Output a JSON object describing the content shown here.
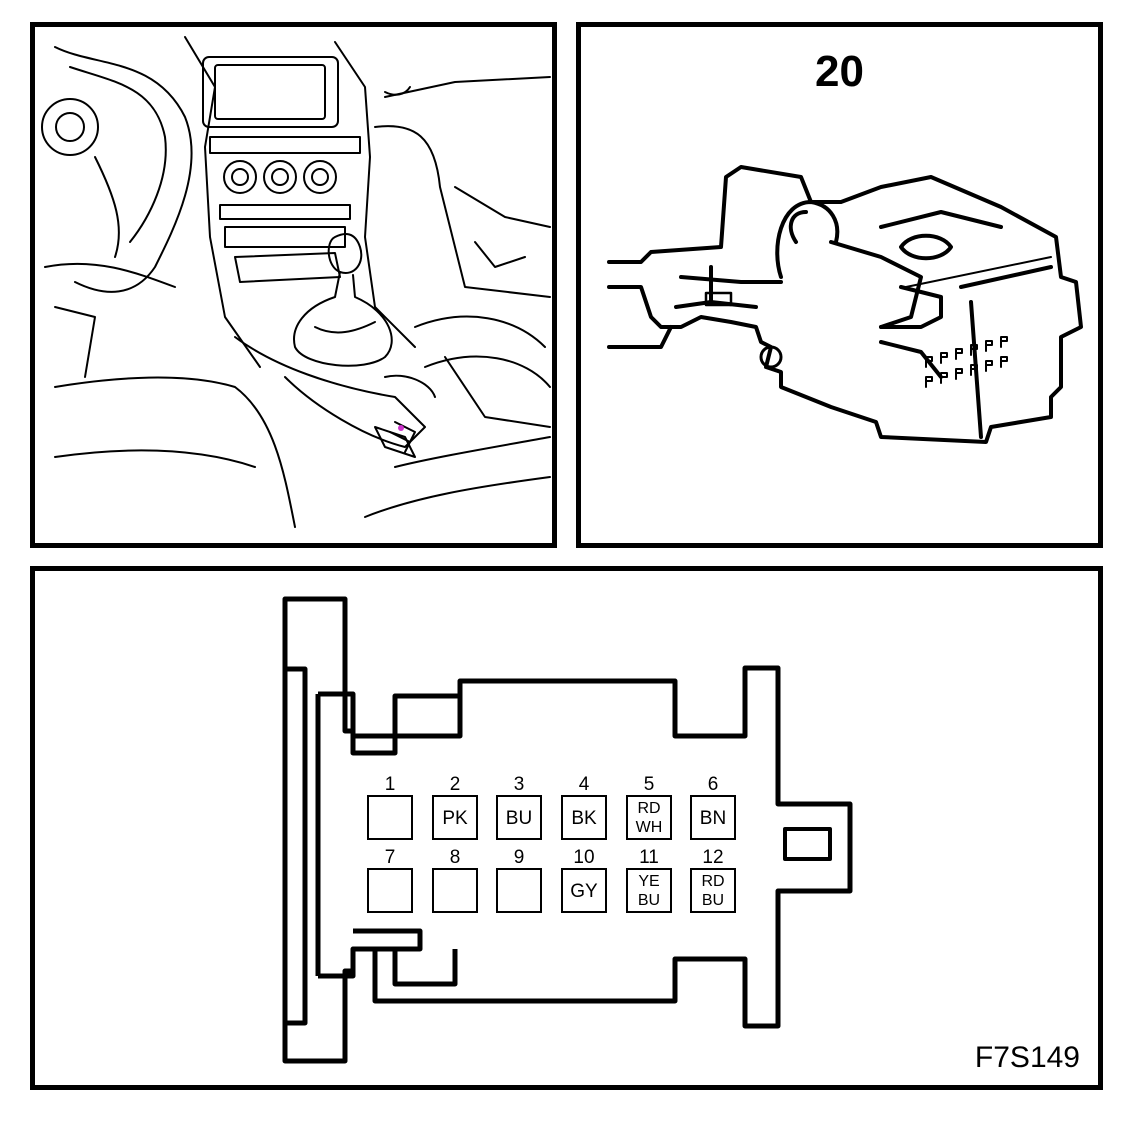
{
  "connector_number": "20",
  "figure_id": "F7S149",
  "pins": [
    {
      "num": "1",
      "code": []
    },
    {
      "num": "2",
      "code": [
        "PK"
      ]
    },
    {
      "num": "3",
      "code": [
        "BU"
      ]
    },
    {
      "num": "4",
      "code": [
        "BK"
      ]
    },
    {
      "num": "5",
      "code": [
        "RD",
        "WH"
      ]
    },
    {
      "num": "6",
      "code": [
        "BN"
      ]
    },
    {
      "num": "7",
      "code": []
    },
    {
      "num": "8",
      "code": []
    },
    {
      "num": "9",
      "code": []
    },
    {
      "num": "10",
      "code": [
        "GY"
      ]
    },
    {
      "num": "11",
      "code": [
        "YE",
        "BU"
      ]
    },
    {
      "num": "12",
      "code": [
        "RD",
        "BU"
      ]
    }
  ],
  "colors": {
    "line": "#000000",
    "background": "#ffffff",
    "marker": "#cc33cc"
  }
}
